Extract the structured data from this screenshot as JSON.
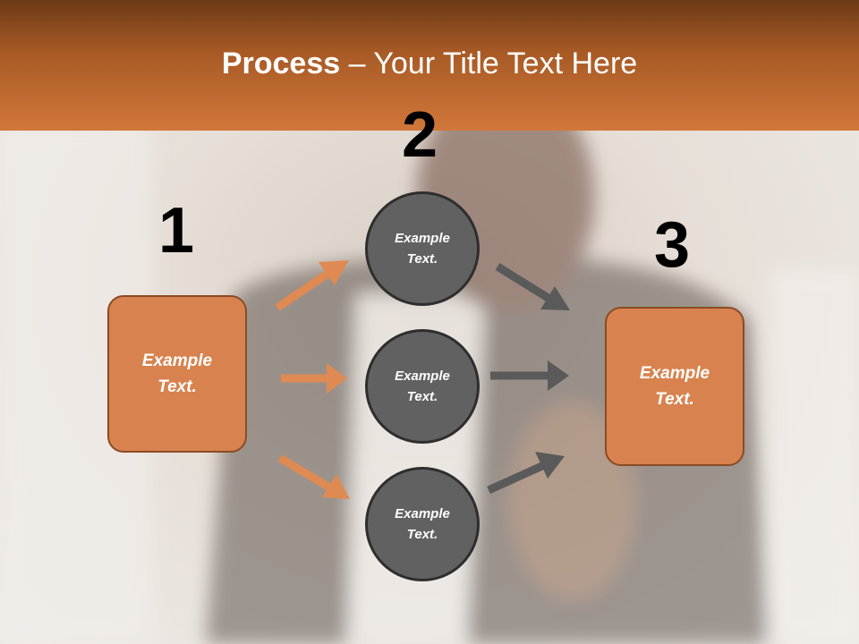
{
  "title": {
    "bold": "Process",
    "rest": " – Your Title Text Here"
  },
  "steps": {
    "one": "1",
    "two": "2",
    "three": "3"
  },
  "left_box": "Example\nText.",
  "right_box": "Example\nText.",
  "circles": [
    "Example\nText.",
    "Example\nText.",
    "Example\nText."
  ],
  "colors": {
    "header": "#d1773a",
    "box": "#d8834f",
    "circle": "#616161",
    "arrow_orange": "#df8a53",
    "arrow_gray": "#5a5a5a"
  }
}
